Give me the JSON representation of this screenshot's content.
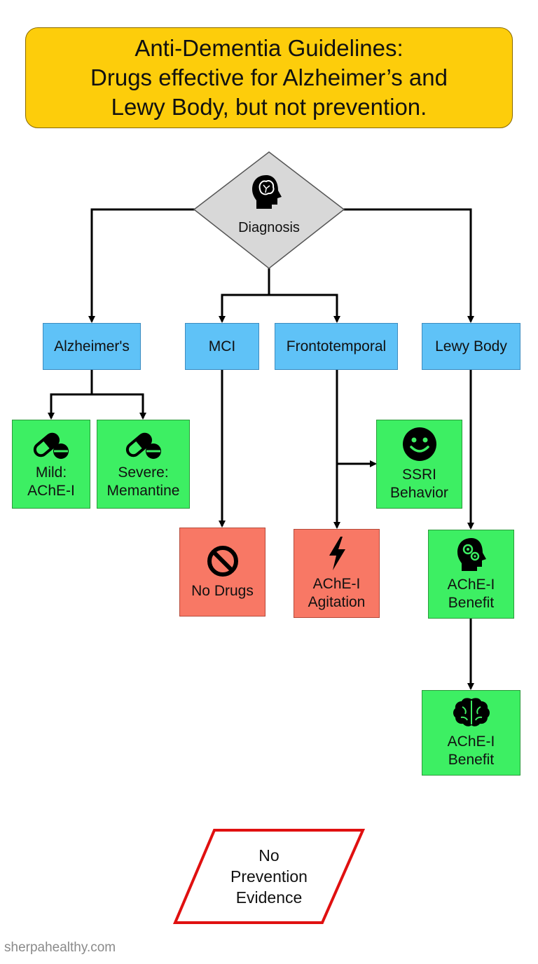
{
  "colors": {
    "title_bg": "#fdcd0b",
    "decision_bg": "#d8d8d8",
    "condition_bg": "#5fc2f7",
    "recommend_bg": "#3def63",
    "warning_bg": "#f87865",
    "no_prevention_border": "#e01010",
    "connector": "#000000"
  },
  "title": {
    "line1": "Anti-Dementia Guidelines:",
    "line2": "Drugs effective for Alzheimer’s and",
    "line3": "Lewy Body, but not prevention."
  },
  "diagnosis": {
    "label": "Diagnosis",
    "icon": "head-brain-icon"
  },
  "conditions": {
    "alzheimers": "Alzheimer's",
    "mci": "MCI",
    "frontotemporal": "Frontotemporal",
    "lewy": "Lewy Body"
  },
  "outcomes": {
    "mild": {
      "line1": "Mild:",
      "line2": "AChE-I",
      "icon": "pill-icon"
    },
    "severe": {
      "line1": "Severe:",
      "line2": "Memantine",
      "icon": "pill-icon"
    },
    "no_drugs": {
      "line1": "No Drugs",
      "icon": "prohibited-icon"
    },
    "ssri": {
      "line1": "SSRI",
      "line2": "Behavior",
      "icon": "smiley-icon"
    },
    "agitation": {
      "line1": "AChE-I",
      "line2": "Agitation",
      "icon": "lightning-icon"
    },
    "lewy_benefit_1": {
      "line1": "AChE-I",
      "line2": "Benefit",
      "icon": "head-gears-icon"
    },
    "lewy_benefit_2": {
      "line1": "AChE-I",
      "line2": "Benefit",
      "icon": "brain-icon"
    }
  },
  "no_prevention": {
    "line1": "No",
    "line2": "Prevention",
    "line3": "Evidence"
  },
  "watermark": "sherpahealthy.com"
}
